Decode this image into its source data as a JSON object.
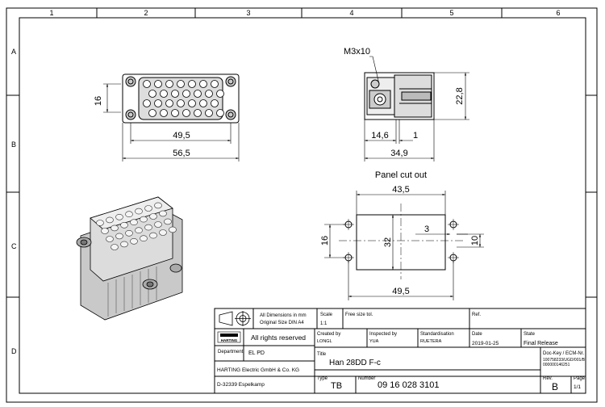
{
  "frame": {
    "cols": [
      "1",
      "2",
      "3",
      "4",
      "5",
      "6"
    ],
    "rows": [
      "A",
      "B",
      "C",
      "D"
    ]
  },
  "front_view": {
    "dim_height": "16",
    "dim_inner_width": "49,5",
    "dim_outer_width": "56,5"
  },
  "side_view": {
    "screw": "M3x10",
    "dim_height": "22,8",
    "dim_a": "14,6",
    "dim_b": "1",
    "dim_width": "34,9"
  },
  "panel_cutout": {
    "title": "Panel cut out",
    "dim_top": "43,5",
    "dim_bottom": "49,5",
    "dim_left": "16",
    "dim_center": "32",
    "dim_hole": "3",
    "dim_right": "10"
  },
  "title_block": {
    "dims_note_1": "All Dimensions in mm",
    "dims_note_2": "Original Size DIN A4",
    "scale_label": "Scale",
    "scale_value": "1:1",
    "tolerance": "Free size tol.",
    "ref_label": "Ref.",
    "rights": "All rights reserved",
    "logo_text": "HARTING",
    "created_label": "Created by",
    "created_value": "LONGL",
    "inspected_label": "Inspected by",
    "inspected_value": "YUA",
    "standard_label": "Standardisation",
    "standard_value": "RUETERA",
    "date_label": "Date",
    "date_value": "2019-01-25",
    "state_label": "State",
    "state_value": "Final Release",
    "department_label": "Department",
    "department_value": "EL PD",
    "title_label": "Title",
    "title_value": "Han 28DD F-c",
    "doc_key_label": "Doc-Key / ECM-Nr.",
    "doc_key_1": "100758233/UGD/001/B",
    "doc_key_2": "000000146251",
    "company_1": "HARTING Electric GmbH & Co. KG",
    "company_2": "D-32339 Espelkamp",
    "type_label": "Type",
    "type_value": "TB",
    "number_label": "Number",
    "number_value": "09 16 028 3101",
    "rev_label": "Rev.",
    "rev_value": "B",
    "page_label": "Page",
    "page_value": "1/1"
  }
}
